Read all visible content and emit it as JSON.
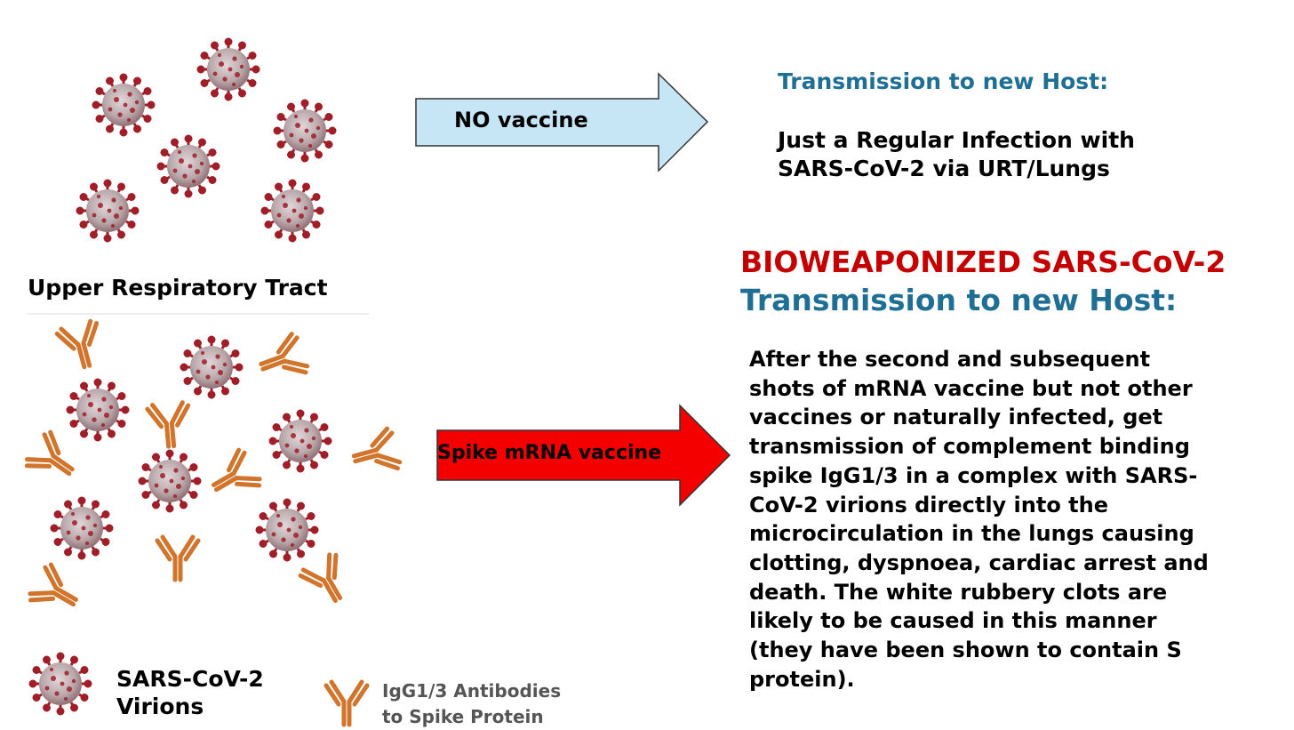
{
  "colors": {
    "virion_body": "#b9a8ab",
    "virion_spike": "#a01e28",
    "antibody": "#d2752c",
    "no_vaccine_arrow": "#c6e6f5",
    "mrna_arrow": "#f40000",
    "teal_heading": "#1f6f94",
    "red_heading": "#c40000"
  },
  "icons": {
    "virion": "sars-cov-2-virion-icon",
    "antibody": "igg-antibody-icon"
  },
  "left": {
    "urt_label": "Upper Respiratory Tract",
    "legend_virion_line1": "SARS-CoV-2",
    "legend_virion_line2": "Virions",
    "legend_antibody_line1": "IgG1/3 Antibodies",
    "legend_antibody_line2": "to Spike Protein"
  },
  "arrows": {
    "no_vaccine": "NO vaccine",
    "mrna_vaccine": "Spike mRNA vaccine"
  },
  "top_right": {
    "heading": "Transmission to new Host:",
    "body_line1": "Just a Regular Infection with",
    "body_line2": "SARS-CoV-2 via URT/Lungs"
  },
  "bottom_right": {
    "heading_red": "BIOWEAPONIZED SARS-CoV-2",
    "heading_teal": "Transmission to new Host:",
    "body_lines": [
      "After the second and subsequent",
      "shots of mRNA vaccine but not other",
      "vaccines or naturally infected, get",
      "transmission of complement binding",
      "spike IgG1/3 in a complex with SARS-",
      "CoV-2 virions directly into the",
      "microcirculation in the lungs causing",
      "clotting, dyspnoea, cardiac arrest and",
      "death. The white rubbery clots are",
      "likely to be caused in this manner",
      "(they have been shown to contain S",
      "protein)."
    ]
  }
}
